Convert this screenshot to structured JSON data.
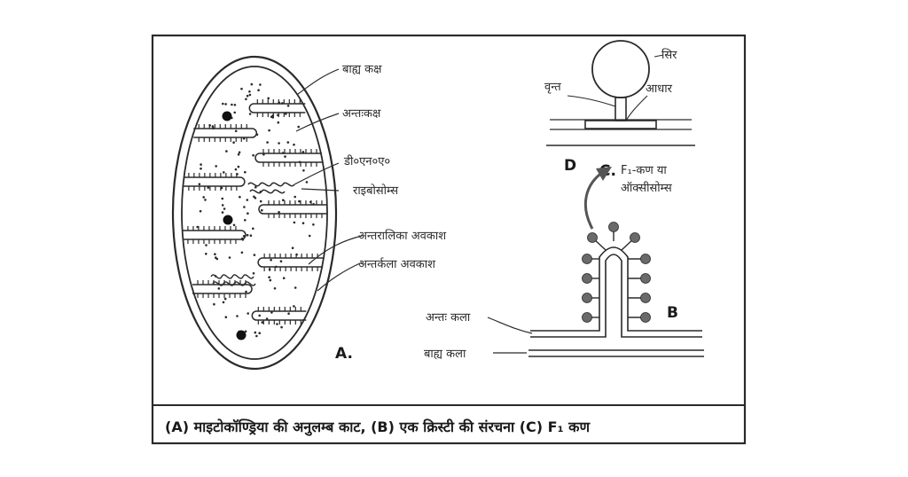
{
  "labels": {
    "outer_chamber": "बाह्य कक्ष",
    "inner_chamber": "अन्तःकक्ष",
    "dna": "डी०एन०ए०",
    "ribosome": "राइबोसोम्स",
    "intercristal_space": "अन्तरालिका अवकाश",
    "intermembrane_space": "अन्तर्कला अवकाश",
    "head": "सिर",
    "stalk": "वृन्त",
    "base": "आधार",
    "f1_particle_line1": "F₁-कण या",
    "f1_particle_line2": "ऑक्सीसोम्स",
    "inner_membrane": "अन्तः कला",
    "outer_membrane": "बाह्य कला"
  },
  "panel_letters": {
    "a": "A.",
    "b": "B",
    "c": "C.",
    "d": "D"
  },
  "caption": "(A) माइटोकॉण्ड्रिया की अनुलम्ब काट, (B) एक क्रिस्टी की संरचना (C) F₁ कण",
  "colors": {
    "ink": "#2a2a2a",
    "particle": "#6a6a6a",
    "paper": "#ffffff"
  }
}
